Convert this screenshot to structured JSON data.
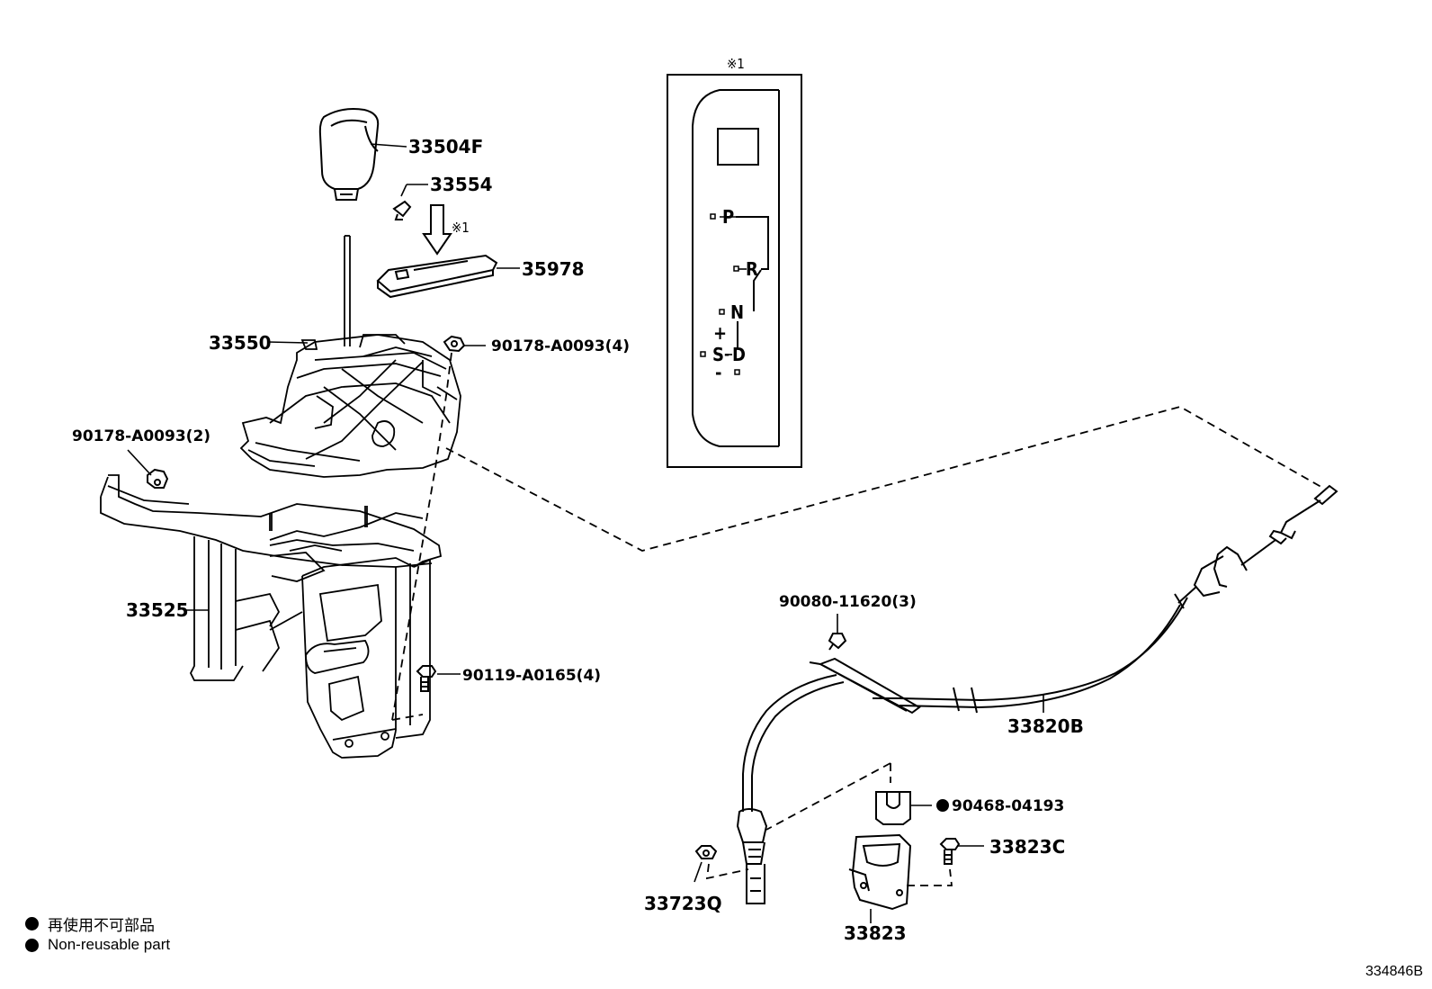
{
  "diagram": {
    "drawing_code": "334846B",
    "legend": [
      {
        "text": "再使用不可部品"
      },
      {
        "text": "Non-reusable part"
      }
    ],
    "note_mark": "※1",
    "shift_panel": {
      "note": "※1",
      "positions": [
        "P",
        "R",
        "N",
        "+",
        "S",
        "-",
        "D",
        "-"
      ]
    },
    "parts": [
      {
        "number": "33504F"
      },
      {
        "number": "33554"
      },
      {
        "number": "35978"
      },
      {
        "number": "33550"
      },
      {
        "number": "90178-A0093(4)"
      },
      {
        "number": "90178-A0093(2)"
      },
      {
        "number": "33525"
      },
      {
        "number": "90119-A0165(4)"
      },
      {
        "number": "90080-11620(3)"
      },
      {
        "number": "33820B"
      },
      {
        "number": "90468-04193",
        "non_reusable": true
      },
      {
        "number": "33823C"
      },
      {
        "number": "33723Q"
      },
      {
        "number": "33823"
      }
    ]
  }
}
